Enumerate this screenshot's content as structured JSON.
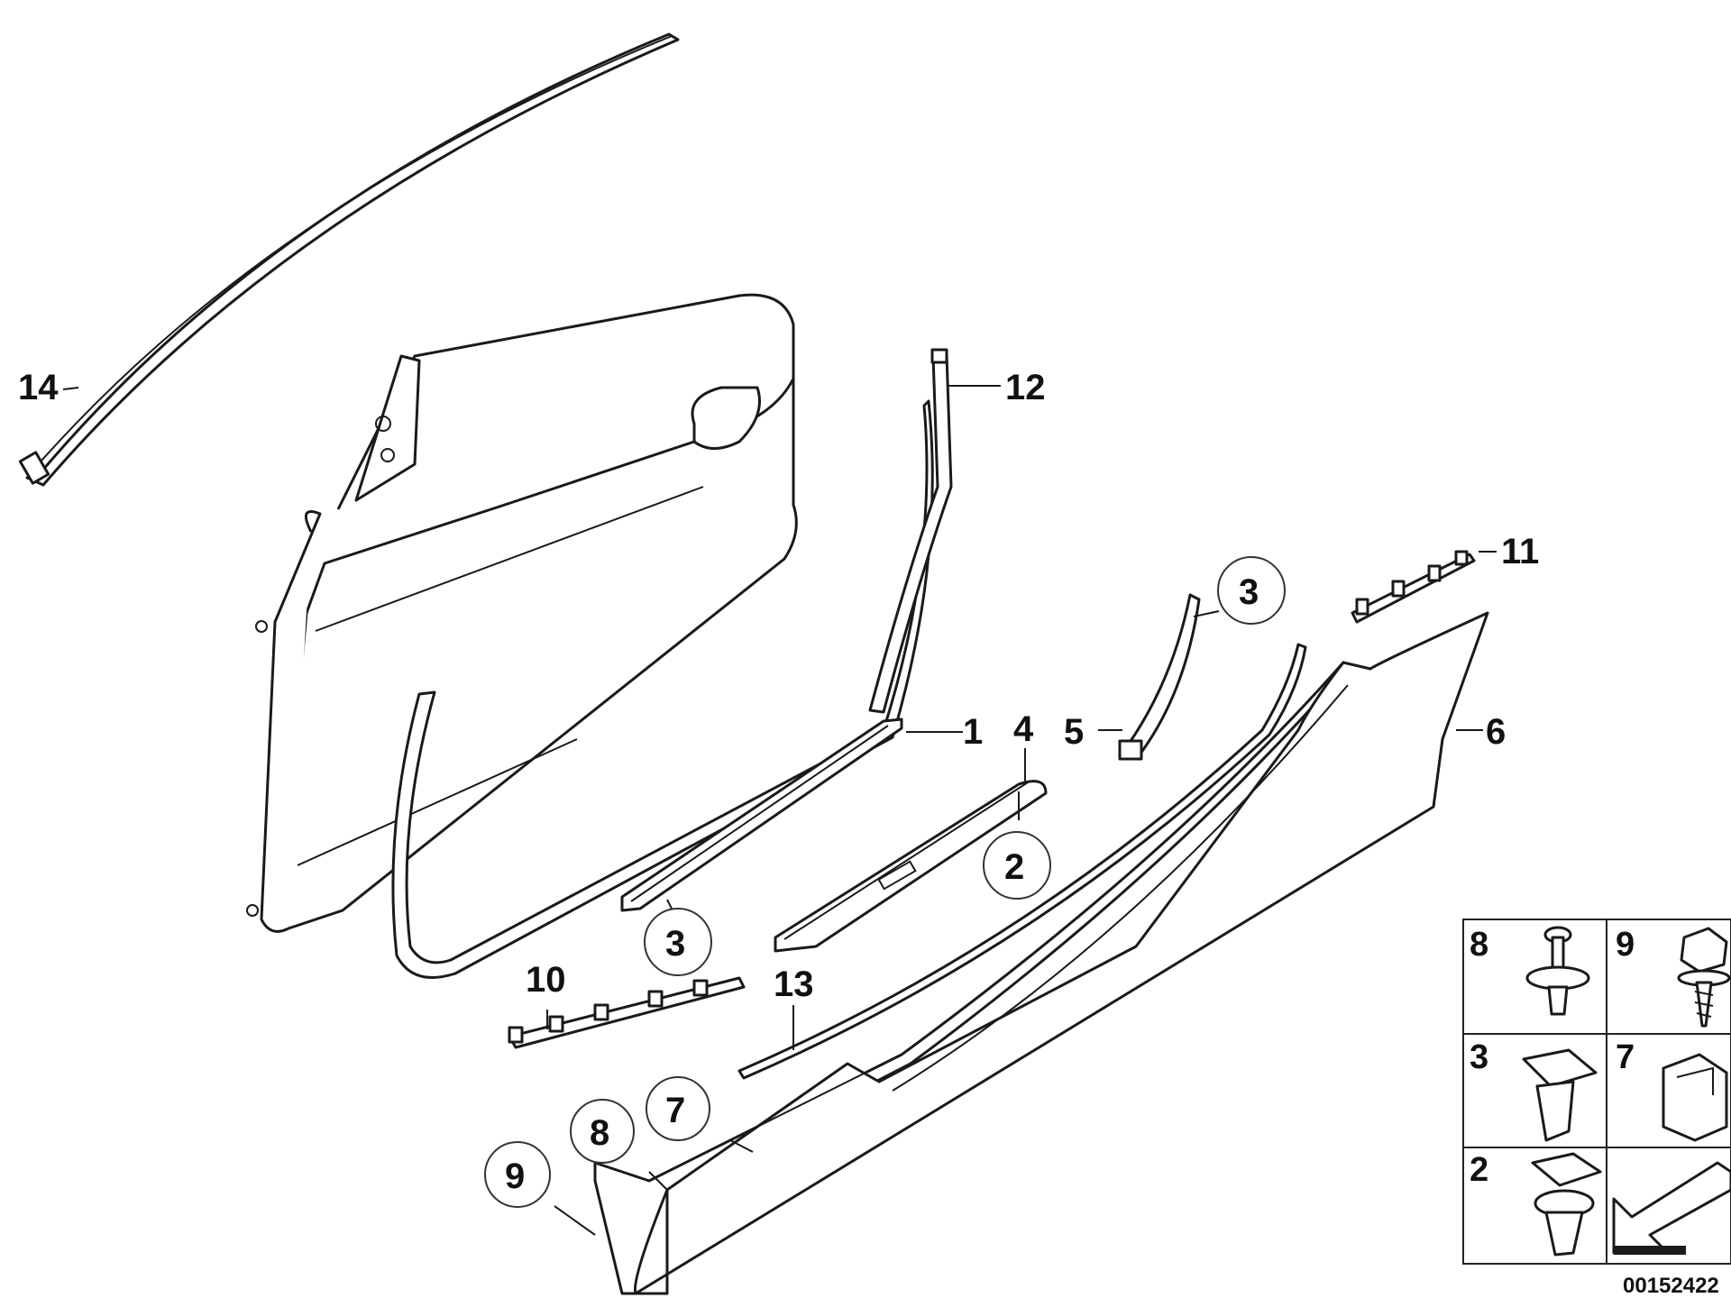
{
  "diagram": {
    "labels": {
      "p1": "1",
      "p2": "2",
      "p3a": "3",
      "p3b": "3",
      "p4": "4",
      "p5": "5",
      "p6": "6",
      "p7": "7",
      "p8": "8",
      "p9": "9",
      "p10": "10",
      "p11": "11",
      "p12": "12",
      "p13": "13",
      "p14": "14"
    },
    "legend": {
      "cells": [
        "8",
        "9",
        "3",
        "7",
        "2"
      ]
    },
    "code": "00152422"
  }
}
